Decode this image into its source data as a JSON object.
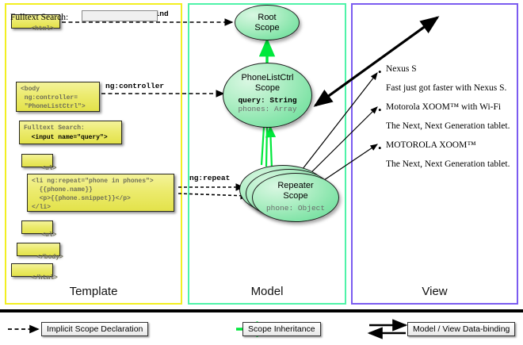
{
  "panels": {
    "template": {
      "label": "Template",
      "border_color": "#f2ef21"
    },
    "model": {
      "label": "Model",
      "border_color": "#4ff3a8"
    },
    "view": {
      "label": "View",
      "border_color": "#7b5cf0"
    }
  },
  "template_boxes": [
    {
      "name": "html-open-box",
      "lines": [
        "<html>"
      ]
    },
    {
      "name": "body-box",
      "lines": [
        "<body",
        " ng:controller=",
        " \"PhoneListCtrl\">"
      ]
    },
    {
      "name": "fulltext-search-box",
      "label": "Fulltext Search:",
      "code": "<input name=\"query\">"
    },
    {
      "name": "ul-open-box",
      "lines": [
        "<ul>"
      ]
    },
    {
      "name": "li-repeat-box",
      "lines": [
        "<li ng:repeat=\"phone in phones\">",
        "  {{phone.name}}",
        "  <p>{{phone.snippet}}</p>",
        "</li>"
      ]
    },
    {
      "name": "ul-close-box",
      "lines": [
        "<ul>"
      ]
    },
    {
      "name": "body-close-box",
      "lines": [
        "</body>"
      ]
    },
    {
      "name": "html-close-box",
      "lines": [
        "</html>"
      ]
    }
  ],
  "edge_labels": {
    "autobind": "ng:autobind",
    "controller": "ng:controller",
    "repeat": "ng:repeat"
  },
  "scopes": [
    {
      "name": "root-scope",
      "title_line1": "Root",
      "title_line2": "Scope",
      "props": []
    },
    {
      "name": "phonelistctrl-scope",
      "title_line1": "PhoneListCtrl",
      "title_line2": "Scope",
      "props": [
        {
          "text": "query: String",
          "emphasis": "strong"
        },
        {
          "text": "phones: Array",
          "emphasis": "weak"
        }
      ]
    },
    {
      "name": "repeater-scope",
      "title_line1": "Repeater",
      "title_line2": "Scope",
      "props": [
        {
          "text": "phone: Object",
          "emphasis": "weak"
        }
      ]
    }
  ],
  "view": {
    "search_label": "Fulltext Search:",
    "search_value": "",
    "phones": [
      {
        "name": "Nexus S",
        "snippet": "Fast just got faster with Nexus S."
      },
      {
        "name": "Motorola XOOM™  with Wi-Fi",
        "snippet": "The Next, Next Generation tablet."
      },
      {
        "name": "MOTOROLA XOOM™",
        "snippet": "The Next, Next Generation tablet."
      }
    ],
    "bullet": "•"
  },
  "legend": [
    {
      "name": "legend-implicit-scope-declaration",
      "label": "Implicit Scope Declaration",
      "arrow": "dashed-arrow",
      "color": "#000000"
    },
    {
      "name": "legend-scope-inheritance",
      "label": "Scope Inheritance",
      "arrow": "green-arrow",
      "color": "#00e83c"
    },
    {
      "name": "legend-data-binding",
      "label": "Model / View Data-binding",
      "arrow": "double-arrow",
      "color": "#000000"
    }
  ]
}
